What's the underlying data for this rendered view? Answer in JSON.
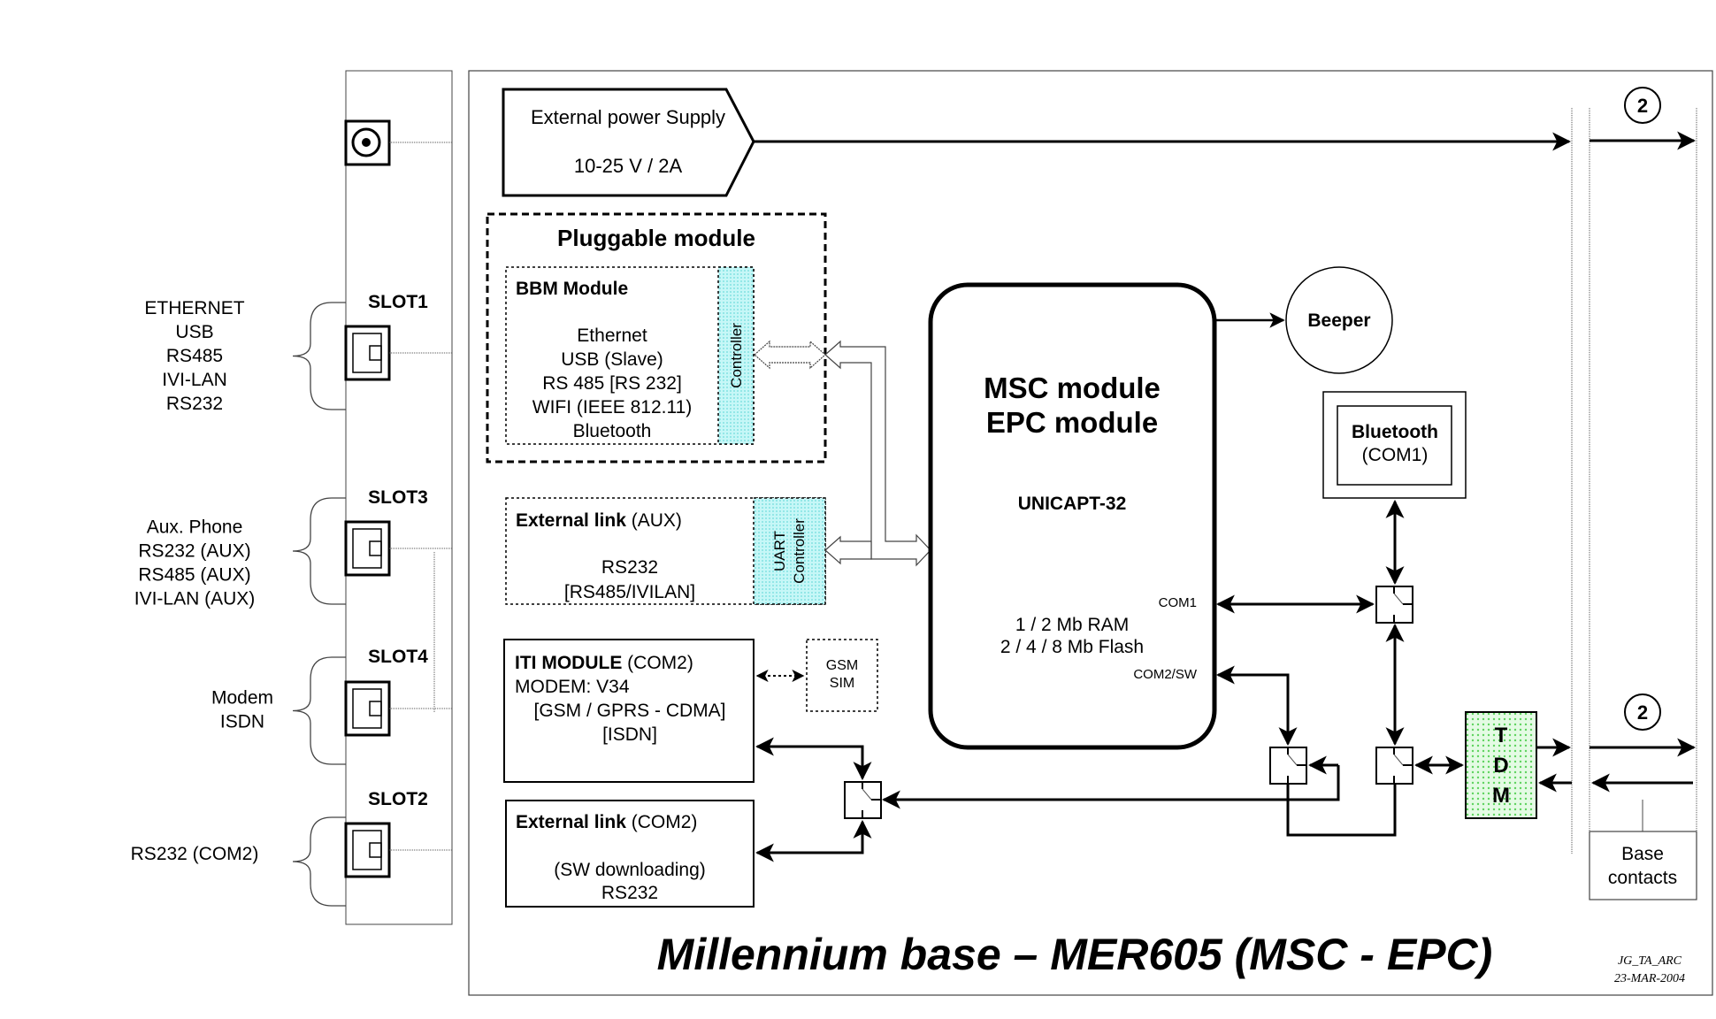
{
  "title": "Millennium base – MER605 (MSC - EPC)",
  "footer": {
    "author": "JG_TA_ARC",
    "date": "23-MAR-2004"
  },
  "left_panel": {
    "slots": [
      {
        "label": "SLOT1",
        "interfaces": [
          "ETHERNET",
          "USB",
          "RS485",
          "IVI-LAN",
          "RS232"
        ]
      },
      {
        "label": "SLOT3",
        "interfaces": [
          "Aux. Phone",
          "RS232 (AUX)",
          "RS485 (AUX)",
          "IVI-LAN (AUX)"
        ]
      },
      {
        "label": "SLOT4",
        "interfaces": [
          "Modem",
          "ISDN"
        ]
      },
      {
        "label": "SLOT2",
        "interfaces": [
          "RS232 (COM2)"
        ]
      }
    ],
    "power_jack_icon": "power-jack-icon"
  },
  "power_supply": {
    "line1": "External power Supply",
    "line2": "10-25 V / 2A"
  },
  "pluggable_module": {
    "title": "Pluggable module",
    "bbm": {
      "title": "BBM Module",
      "items": [
        "Ethernet",
        "USB (Slave)",
        "RS 485 [RS 232]",
        "WIFI (IEEE 812.11)",
        "Bluetooth"
      ],
      "controller": "Controller"
    }
  },
  "ext_link_aux": {
    "title_bold": "External link",
    "title_rest": " (AUX)",
    "line1": "RS232",
    "line2": "[RS485/IVILAN]",
    "controller_line1": "UART",
    "controller_line2": "Controller"
  },
  "iti_module": {
    "title_bold": "ITI MODULE",
    "title_rest": " (COM2)",
    "line1": "MODEM: V34",
    "line2": "[GSM / GPRS - CDMA]",
    "line3": "[ISDN]"
  },
  "gsm_sim": {
    "line1": "GSM",
    "line2": "SIM"
  },
  "ext_link_com2": {
    "title_bold": "External link",
    "title_rest": " (COM2)",
    "line1": "(SW downloading)",
    "line2": "RS232"
  },
  "msc": {
    "line1": "MSC module",
    "line2": "EPC module",
    "os": "UNICAPT-32",
    "mem1": "1 / 2 Mb RAM",
    "mem2": "2 / 4 / 8 Mb Flash",
    "port1": "COM1",
    "port2": "COM2/SW"
  },
  "beeper": "Beeper",
  "bluetooth": {
    "line1": "Bluetooth",
    "line2": "(COM1)"
  },
  "tdm": [
    "T",
    "D",
    "M"
  ],
  "connector_markers": [
    "2",
    "2"
  ],
  "base_contacts": {
    "line1": "Base",
    "line2": "contacts"
  },
  "colors": {
    "controller_fill": "#a8f0f0",
    "tdm_fill": "#c8f5c8",
    "line": "#000000"
  }
}
